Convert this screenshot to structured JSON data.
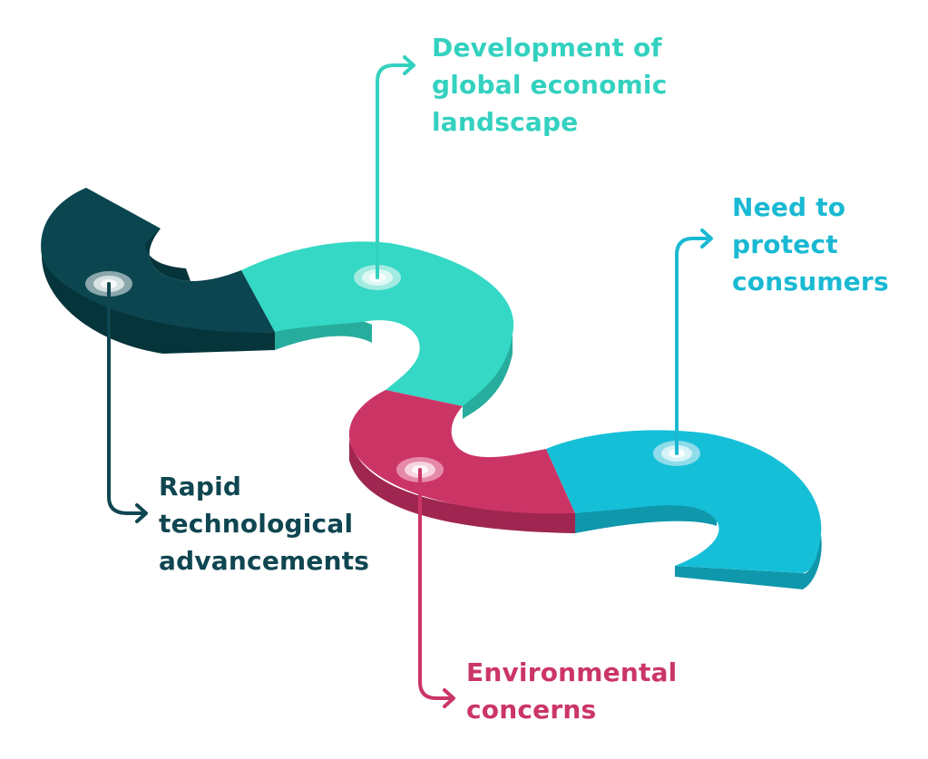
{
  "colors": {
    "dark_teal": "#0b4650",
    "dark_teal_side": "#06343b",
    "mint": "#34d8c5",
    "mint_side": "#27ad9d",
    "crimson": "#cb3566",
    "crimson_side": "#9f2650",
    "cyan": "#16bfd8",
    "cyan_side": "#0f97ab",
    "rapid_text": "#0f4651",
    "dev_text": "#33d1bf",
    "env_text": "#cb3567",
    "need_text": "#1ab9d3"
  },
  "labels": {
    "development": [
      "Development of",
      "global economic",
      "landscape"
    ],
    "consumers": [
      "Need to",
      "protect",
      "consumers"
    ],
    "technological": [
      "Rapid",
      "technological",
      "advancements"
    ],
    "environmental": [
      "Environmental",
      "concerns"
    ]
  }
}
